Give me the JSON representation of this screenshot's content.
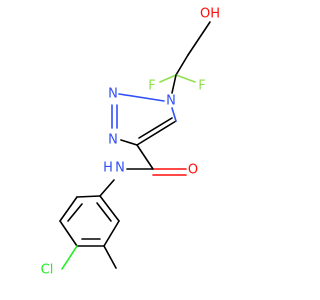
{
  "colors": {
    "background": "#ffffff",
    "carbon_bond": "#000000",
    "nitrogen": "#3050F8",
    "oxygen": "#FF0D0D",
    "fluorine": "#90E050",
    "chlorine": "#1FF01F"
  },
  "atoms": {
    "hydroxyl_oh": "OH",
    "fluorine_a": "F",
    "fluorine_b": "F",
    "triazole_n1": "N",
    "triazole_n2": "N",
    "triazole_n3": "N",
    "carbonyl_o": "O",
    "amide_nh": "H",
    "amide_n": "N",
    "chlorine": "Cl"
  }
}
